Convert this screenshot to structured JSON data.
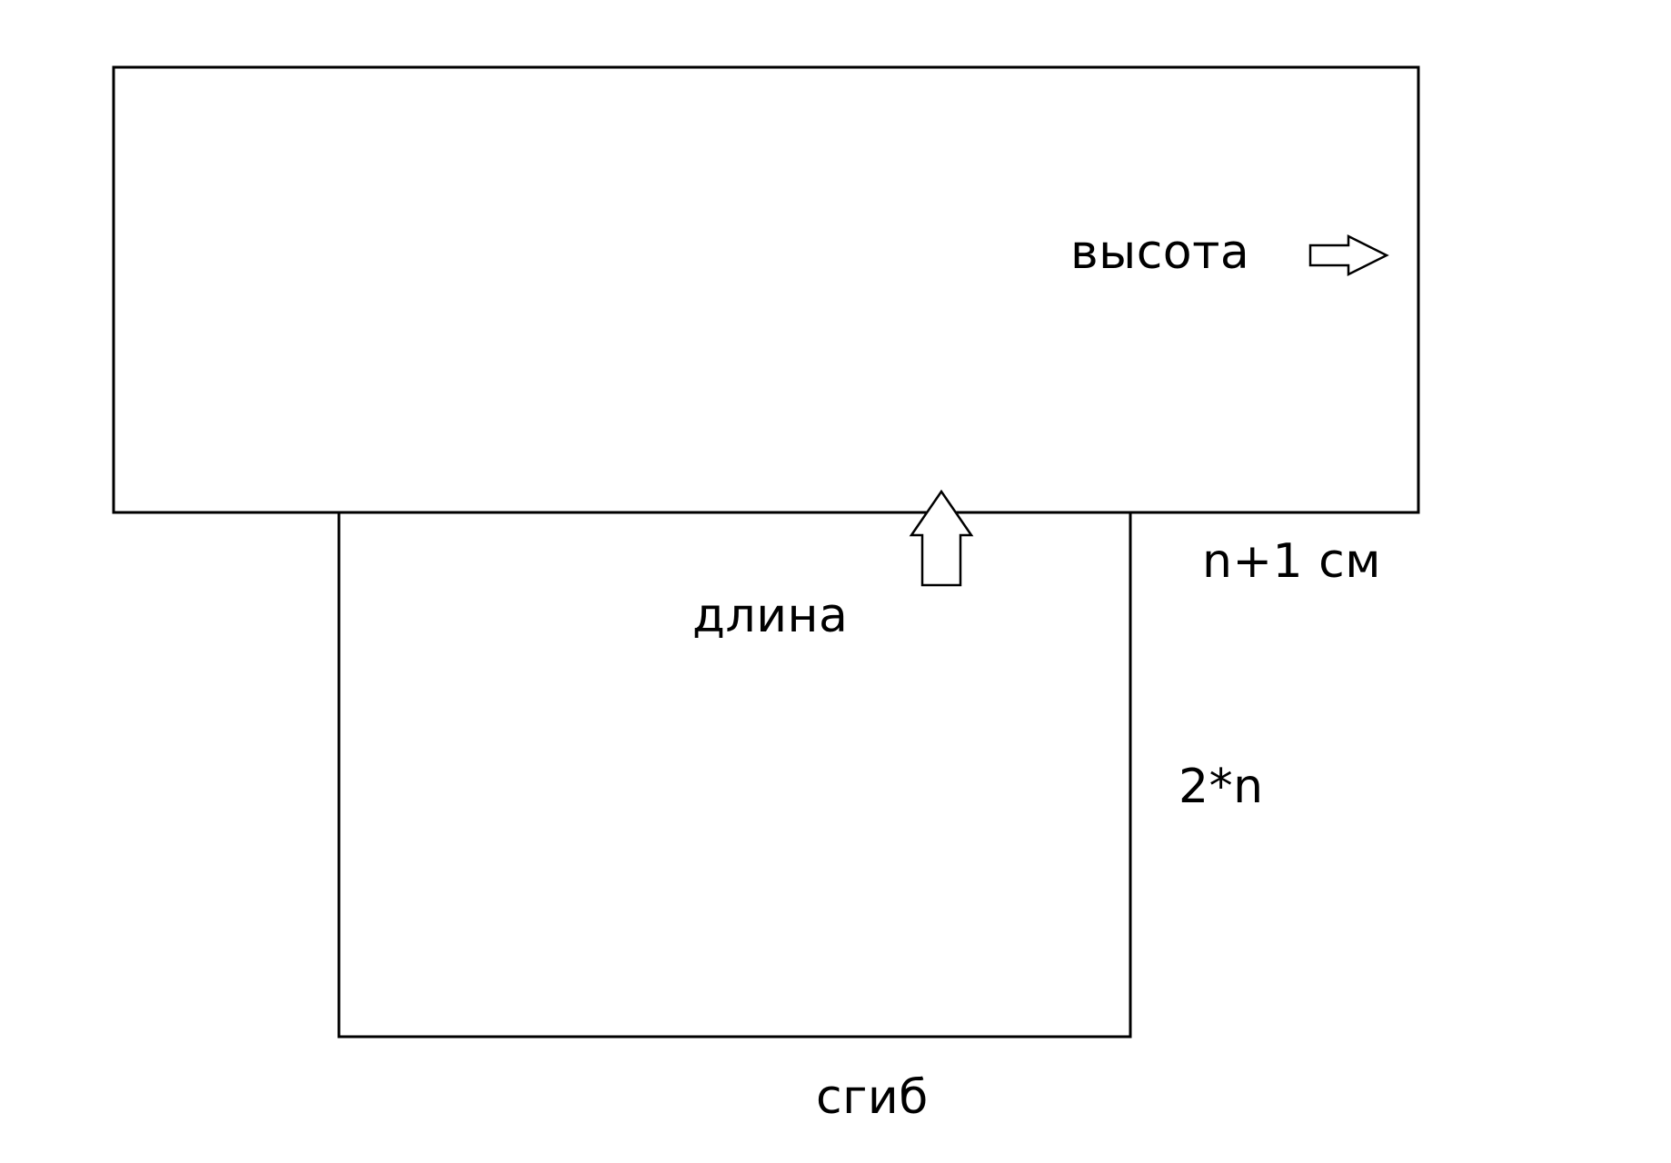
{
  "labels": {
    "height": "высота",
    "length": "длина",
    "top_dimension": "n+1 см",
    "bottom_dimension": "2*n",
    "fold": "сгиб"
  },
  "arrows": {
    "height_arrow": "right-arrow-icon",
    "length_arrow": "up-arrow-icon"
  },
  "colors": {
    "stroke": "#000000",
    "background": "#ffffff"
  }
}
